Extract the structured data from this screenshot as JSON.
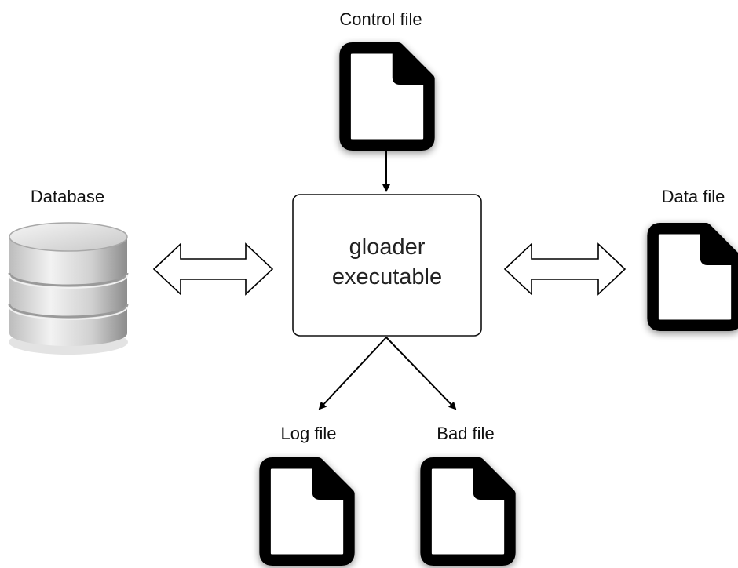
{
  "nodes": {
    "control_file": "Control file",
    "database": "Database",
    "data_file": "Data file",
    "log_file": "Log file",
    "bad_file": "Bad file",
    "executable_line1": "gloader",
    "executable_line2": "executable"
  },
  "colors": {
    "stroke": "#000000",
    "box_border": "#111111",
    "db_light": "#e8e8e8",
    "db_dark": "#8a8a8a"
  },
  "icons": {
    "file": "file-icon",
    "database": "database-icon"
  }
}
